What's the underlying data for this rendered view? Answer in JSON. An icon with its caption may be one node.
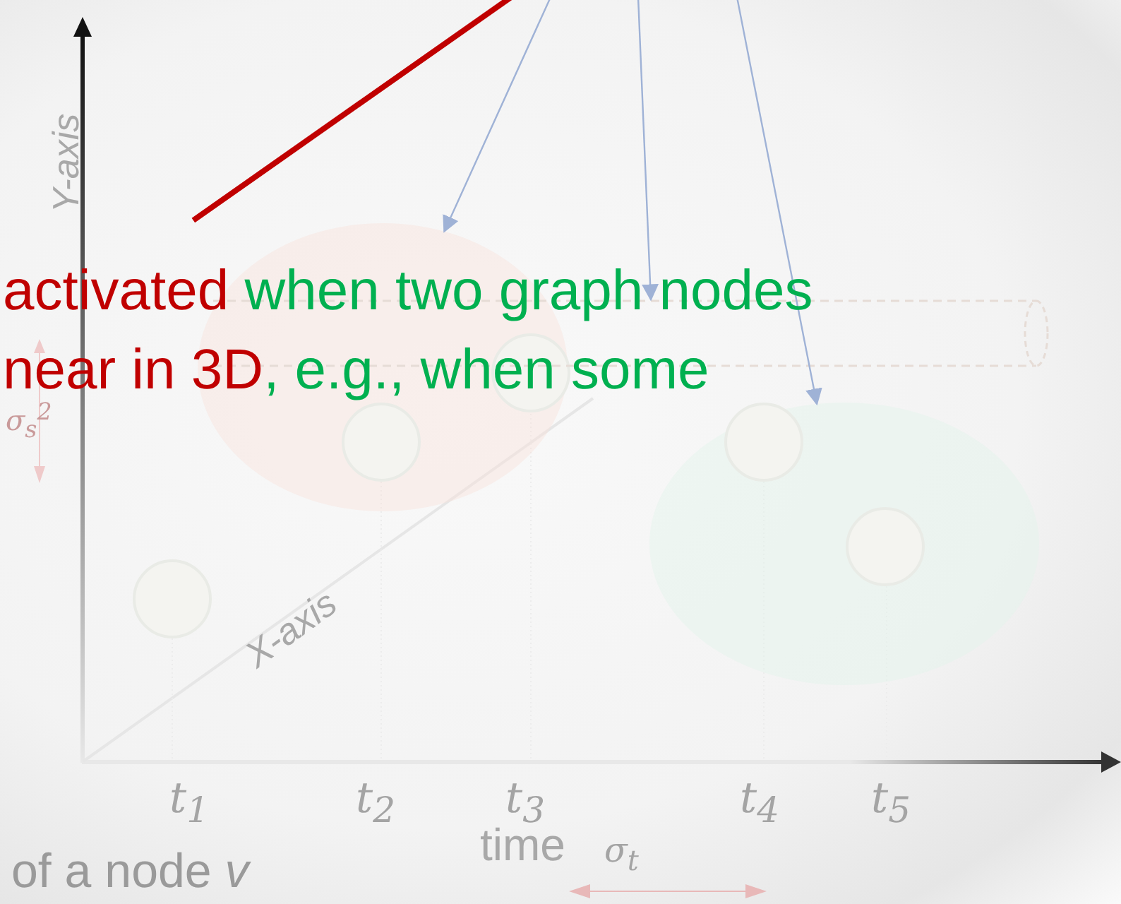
{
  "diagram": {
    "nodes": [
      {
        "text": [],
        "shape": "ellipse"
      },
      {
        "text": [],
        "shape": "ellipse"
      },
      {
        "text": [],
        "shape": "cylinder"
      },
      {
        "text": [],
        "shape": "circle"
      },
      {
        "text": [],
        "shape": "circle",
        "in": 0
      },
      {
        "text": [],
        "shape": "circle",
        "in": 0
      },
      {
        "text": [],
        "shape": "circle",
        "in": 1
      },
      {
        "text": [],
        "shape": "circle",
        "in": 1
      },
      {
        "text": [
          "activated",
          "when two graph nodes",
          "near in 3D",
          ", e.g., when some"
        ]
      }
    ],
    "edges": [
      {
        "from": null,
        "to": 8,
        "arrow": "none",
        "style": "thick",
        "color": "#c00000"
      },
      {
        "from": null,
        "to": 0,
        "arrow": "to"
      },
      {
        "from": null,
        "to": 2,
        "arrow": "to"
      },
      {
        "from": null,
        "to": 1,
        "arrow": "to"
      }
    ],
    "labels": [
      "Y-axis",
      "σ$_{s}$$^{2}$",
      "X-axis",
      "t$_{1}$",
      "t$_{2}$",
      "t$_{3}$",
      "t$_{4}$",
      "t$_{5}$",
      "time",
      "σ$_{t}$",
      "of a node *v*"
    ]
  }
}
